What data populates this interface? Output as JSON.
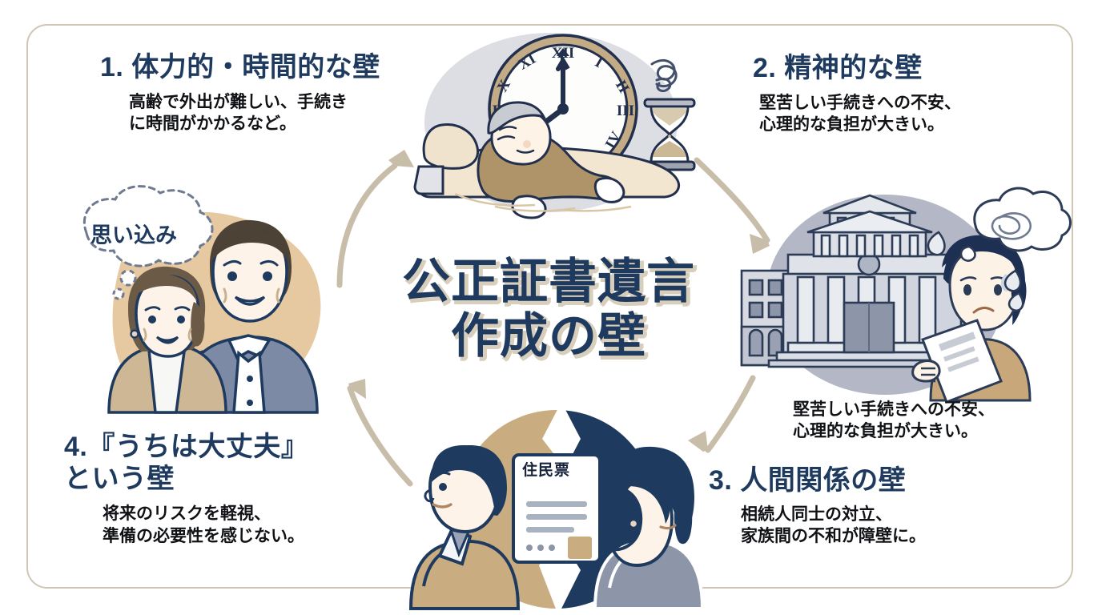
{
  "page": {
    "title_center": "公正証書遺言\n作成の壁",
    "background": "#ffffff",
    "frame_color": "#cfc6b6",
    "accent_navy": "#1f3a5f",
    "accent_tan": "#c9b695",
    "arrow_color": "#c8bda9"
  },
  "sections": [
    {
      "number": "1.",
      "heading": "1. 体力的・時間的な壁",
      "description": "高齢で外出が難しい、手続き\nに時間がかかるなど。",
      "illustration": "elderly-person-lying-with-clock-and-hourglass"
    },
    {
      "number": "2.",
      "heading": "2. 精神的な壁",
      "description": "堅苦しい手続きへの不安、\n心理的な負担が大きい。",
      "caption": "堅苦しい手続きへの不安、\n心理的な負担が大きい。",
      "illustration": "notary-office-building-with-worried-woman"
    },
    {
      "number": "3.",
      "heading": "3. 人間関係の壁",
      "description": "相続人同士の対立、\n家族間の不和が障壁に。",
      "illustration": "two-people-back-to-back-split-background"
    },
    {
      "number": "4.",
      "heading": "4.『うちは大丈夫』\nという壁",
      "description": "将来のリスクを軽視、\n準備の必要性を感じない。",
      "illustration": "smiling-elderly-couple-with-thought-bubble"
    }
  ],
  "labels": {
    "thought_bubble": "思い込み",
    "document_title": "住民票"
  },
  "arrows": [
    {
      "name": "arrow-4-to-1",
      "direction": "up-right"
    },
    {
      "name": "arrow-1-to-2",
      "direction": "down-right"
    },
    {
      "name": "arrow-2-to-3",
      "direction": "down-left"
    },
    {
      "name": "arrow-3-to-4",
      "direction": "up-left"
    }
  ]
}
